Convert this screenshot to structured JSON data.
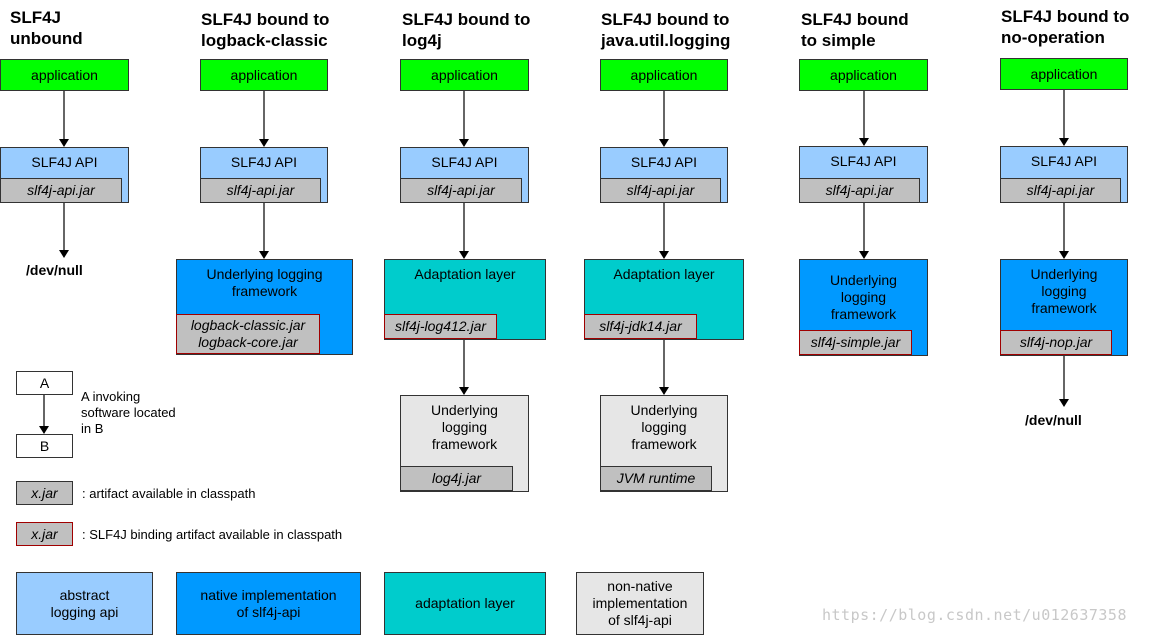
{
  "columns": [
    {
      "title": "SLF4J\nunbound",
      "app": "application",
      "api": "SLF4J API",
      "api_jar": "slf4j-api.jar",
      "end": "/dev/null"
    },
    {
      "title": "SLF4J bound to\nlogback-classic",
      "app": "application",
      "api": "SLF4J API",
      "api_jar": "slf4j-api.jar",
      "framework": "Underlying logging\nframework",
      "framework_jar": "logback-classic.jar\nlogback-core.jar"
    },
    {
      "title": "SLF4J bound to\nlog4j",
      "app": "application",
      "api": "SLF4J API",
      "api_jar": "slf4j-api.jar",
      "adaptation": "Adaptation layer",
      "adaptation_jar": "slf4j-log412.jar",
      "framework": "Underlying\nlogging\nframework",
      "framework_jar": "log4j.jar"
    },
    {
      "title": "SLF4J bound to\njava.util.logging",
      "app": "application",
      "api": "SLF4J API",
      "api_jar": "slf4j-api.jar",
      "adaptation": "Adaptation layer",
      "adaptation_jar": "slf4j-jdk14.jar",
      "framework": "Underlying\nlogging\nframework",
      "framework_jar": "JVM runtime"
    },
    {
      "title": "SLF4J bound\nto simple",
      "app": "application",
      "api": "SLF4J API",
      "api_jar": "slf4j-api.jar",
      "framework": "Underlying\nlogging\nframework",
      "framework_jar": "slf4j-simple.jar"
    },
    {
      "title": "SLF4J bound to\nno-operation",
      "app": "application",
      "api": "SLF4J API",
      "api_jar": "slf4j-api.jar",
      "framework": "Underlying\nlogging\nframework",
      "framework_jar": "slf4j-nop.jar",
      "end": "/dev/null"
    }
  ],
  "legend": {
    "a": "A",
    "b": "B",
    "invoke_text": "A invoking\nsoftware located\nin B",
    "jar_sample": "x.jar",
    "jar_text": ": artifact available in classpath",
    "binding_sample": "x.jar",
    "binding_text": ": SLF4J binding artifact available in classpath",
    "abstract": "abstract\nlogging api",
    "native": "native implementation\nof slf4j-api",
    "adaptation": "adaptation layer",
    "nonnative": "non-native\nimplementation\nof slf4j-api"
  },
  "colors": {
    "application": "#00ff00",
    "abstract_api": "#99ccff",
    "native": "#0099ff",
    "adaptation": "#00cccc",
    "non_native": "#e6e6e6",
    "jar": "#c0c0c0",
    "binding_border": "#a00000"
  },
  "watermark": "https://blog.csdn.net/u012637358"
}
